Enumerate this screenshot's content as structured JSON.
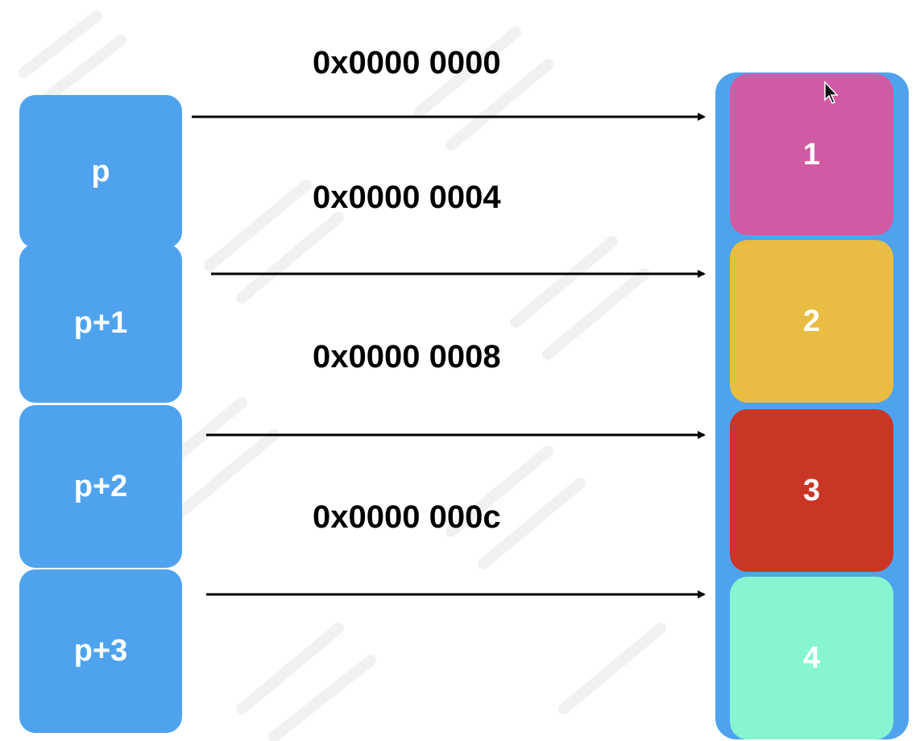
{
  "pointers": [
    {
      "label": "p"
    },
    {
      "label": "p+1"
    },
    {
      "label": "p+2"
    },
    {
      "label": "p+3"
    }
  ],
  "addresses": [
    {
      "text": "0x0000 0000"
    },
    {
      "text": "0x0000 0004"
    },
    {
      "text": "0x0000 0008"
    },
    {
      "text": "0x0000 000c"
    }
  ],
  "memory_cells": [
    {
      "value": "1",
      "color": "#d15ba3"
    },
    {
      "value": "2",
      "color": "#e8bd42"
    },
    {
      "value": "3",
      "color": "#c93626"
    },
    {
      "value": "4",
      "color": "#86f5d0"
    }
  ],
  "colors": {
    "pointer_box": "#4fa3ee",
    "memory_container": "#4fa3ee",
    "arrow": "#000000"
  }
}
